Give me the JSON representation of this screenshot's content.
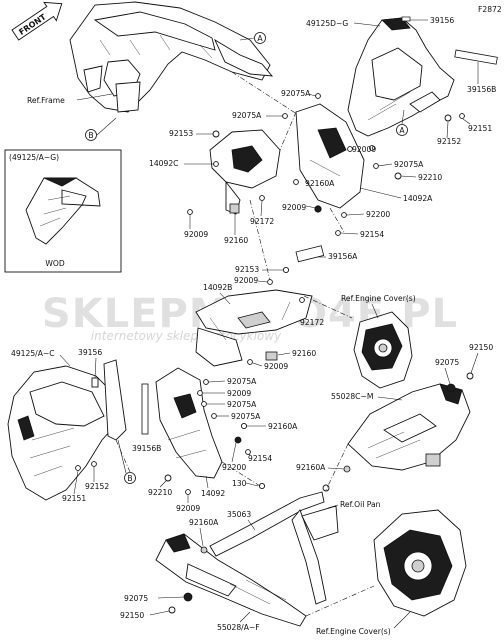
{
  "diagram": {
    "figure_id": "F2872",
    "watermark": {
      "brand": "SKLEPMOTO4E.PL",
      "tagline": "internetowy sklep motocyklowy"
    },
    "front_badge": "FRONT",
    "inset": {
      "title": "(49125/A~G)",
      "caption": "WOD"
    },
    "references": {
      "frame": "Ref.Frame",
      "engine_cover_top": "Ref.Engine Cover(s)",
      "oil_pan": "Ref.Oil Pan",
      "engine_cover_bottom": "Ref.Engine Cover(s)"
    },
    "callouts": [
      "A",
      "A",
      "B",
      "B"
    ],
    "part_labels": [
      "49125D~G",
      "39156",
      "39156B",
      "92075A",
      "92075A",
      "92153",
      "14092C",
      "92009",
      "92075A",
      "92160A",
      "92210",
      "14092A",
      "92009",
      "92200",
      "92154",
      "92152",
      "92151",
      "92172",
      "92009",
      "92160",
      "92153",
      "39156A",
      "14092B",
      "92009",
      "92172",
      "92160",
      "92009",
      "49125/A~C",
      "39156",
      "92075A",
      "92009",
      "92075A",
      "92075A",
      "39156B",
      "92160A",
      "92210",
      "92200",
      "92154",
      "92009",
      "14092",
      "130",
      "92152",
      "92151",
      "92075",
      "92150",
      "55028C~M",
      "92160A",
      "35063",
      "92160A",
      "92075",
      "92150",
      "55028/A~F"
    ]
  }
}
